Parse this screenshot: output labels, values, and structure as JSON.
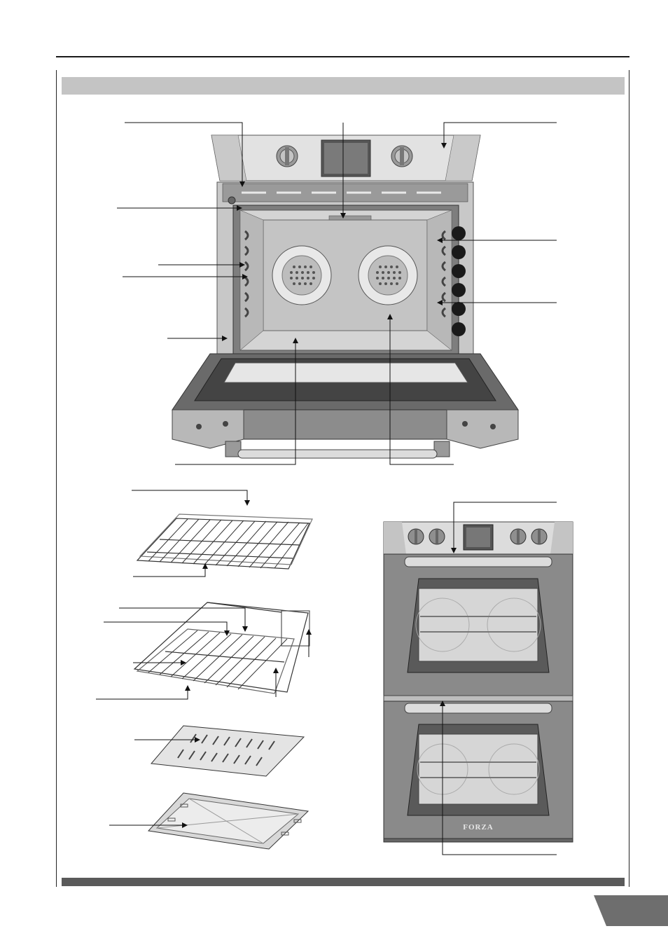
{
  "document": {
    "header_band": "",
    "footer_band": "",
    "page_number": "",
    "brand_badge": "FORZA",
    "colors": {
      "rule": "#1a1a1a",
      "header_band": "#c4c4c4",
      "footer_band": "#5a5a5a",
      "page_tab": "#6e6e6e",
      "steel_light": "#e6e6e6",
      "steel_mid": "#b0b0b0",
      "steel_dark": "#5a5a5a",
      "cavity": "#d2d2d2",
      "door_glass": "#cfcfcf"
    },
    "illustrations": [
      "single-wall-oven-open",
      "wire-rack",
      "telescopic-glide-rack",
      "broil-pan-insert",
      "broil-pan",
      "double-wall-oven"
    ]
  }
}
